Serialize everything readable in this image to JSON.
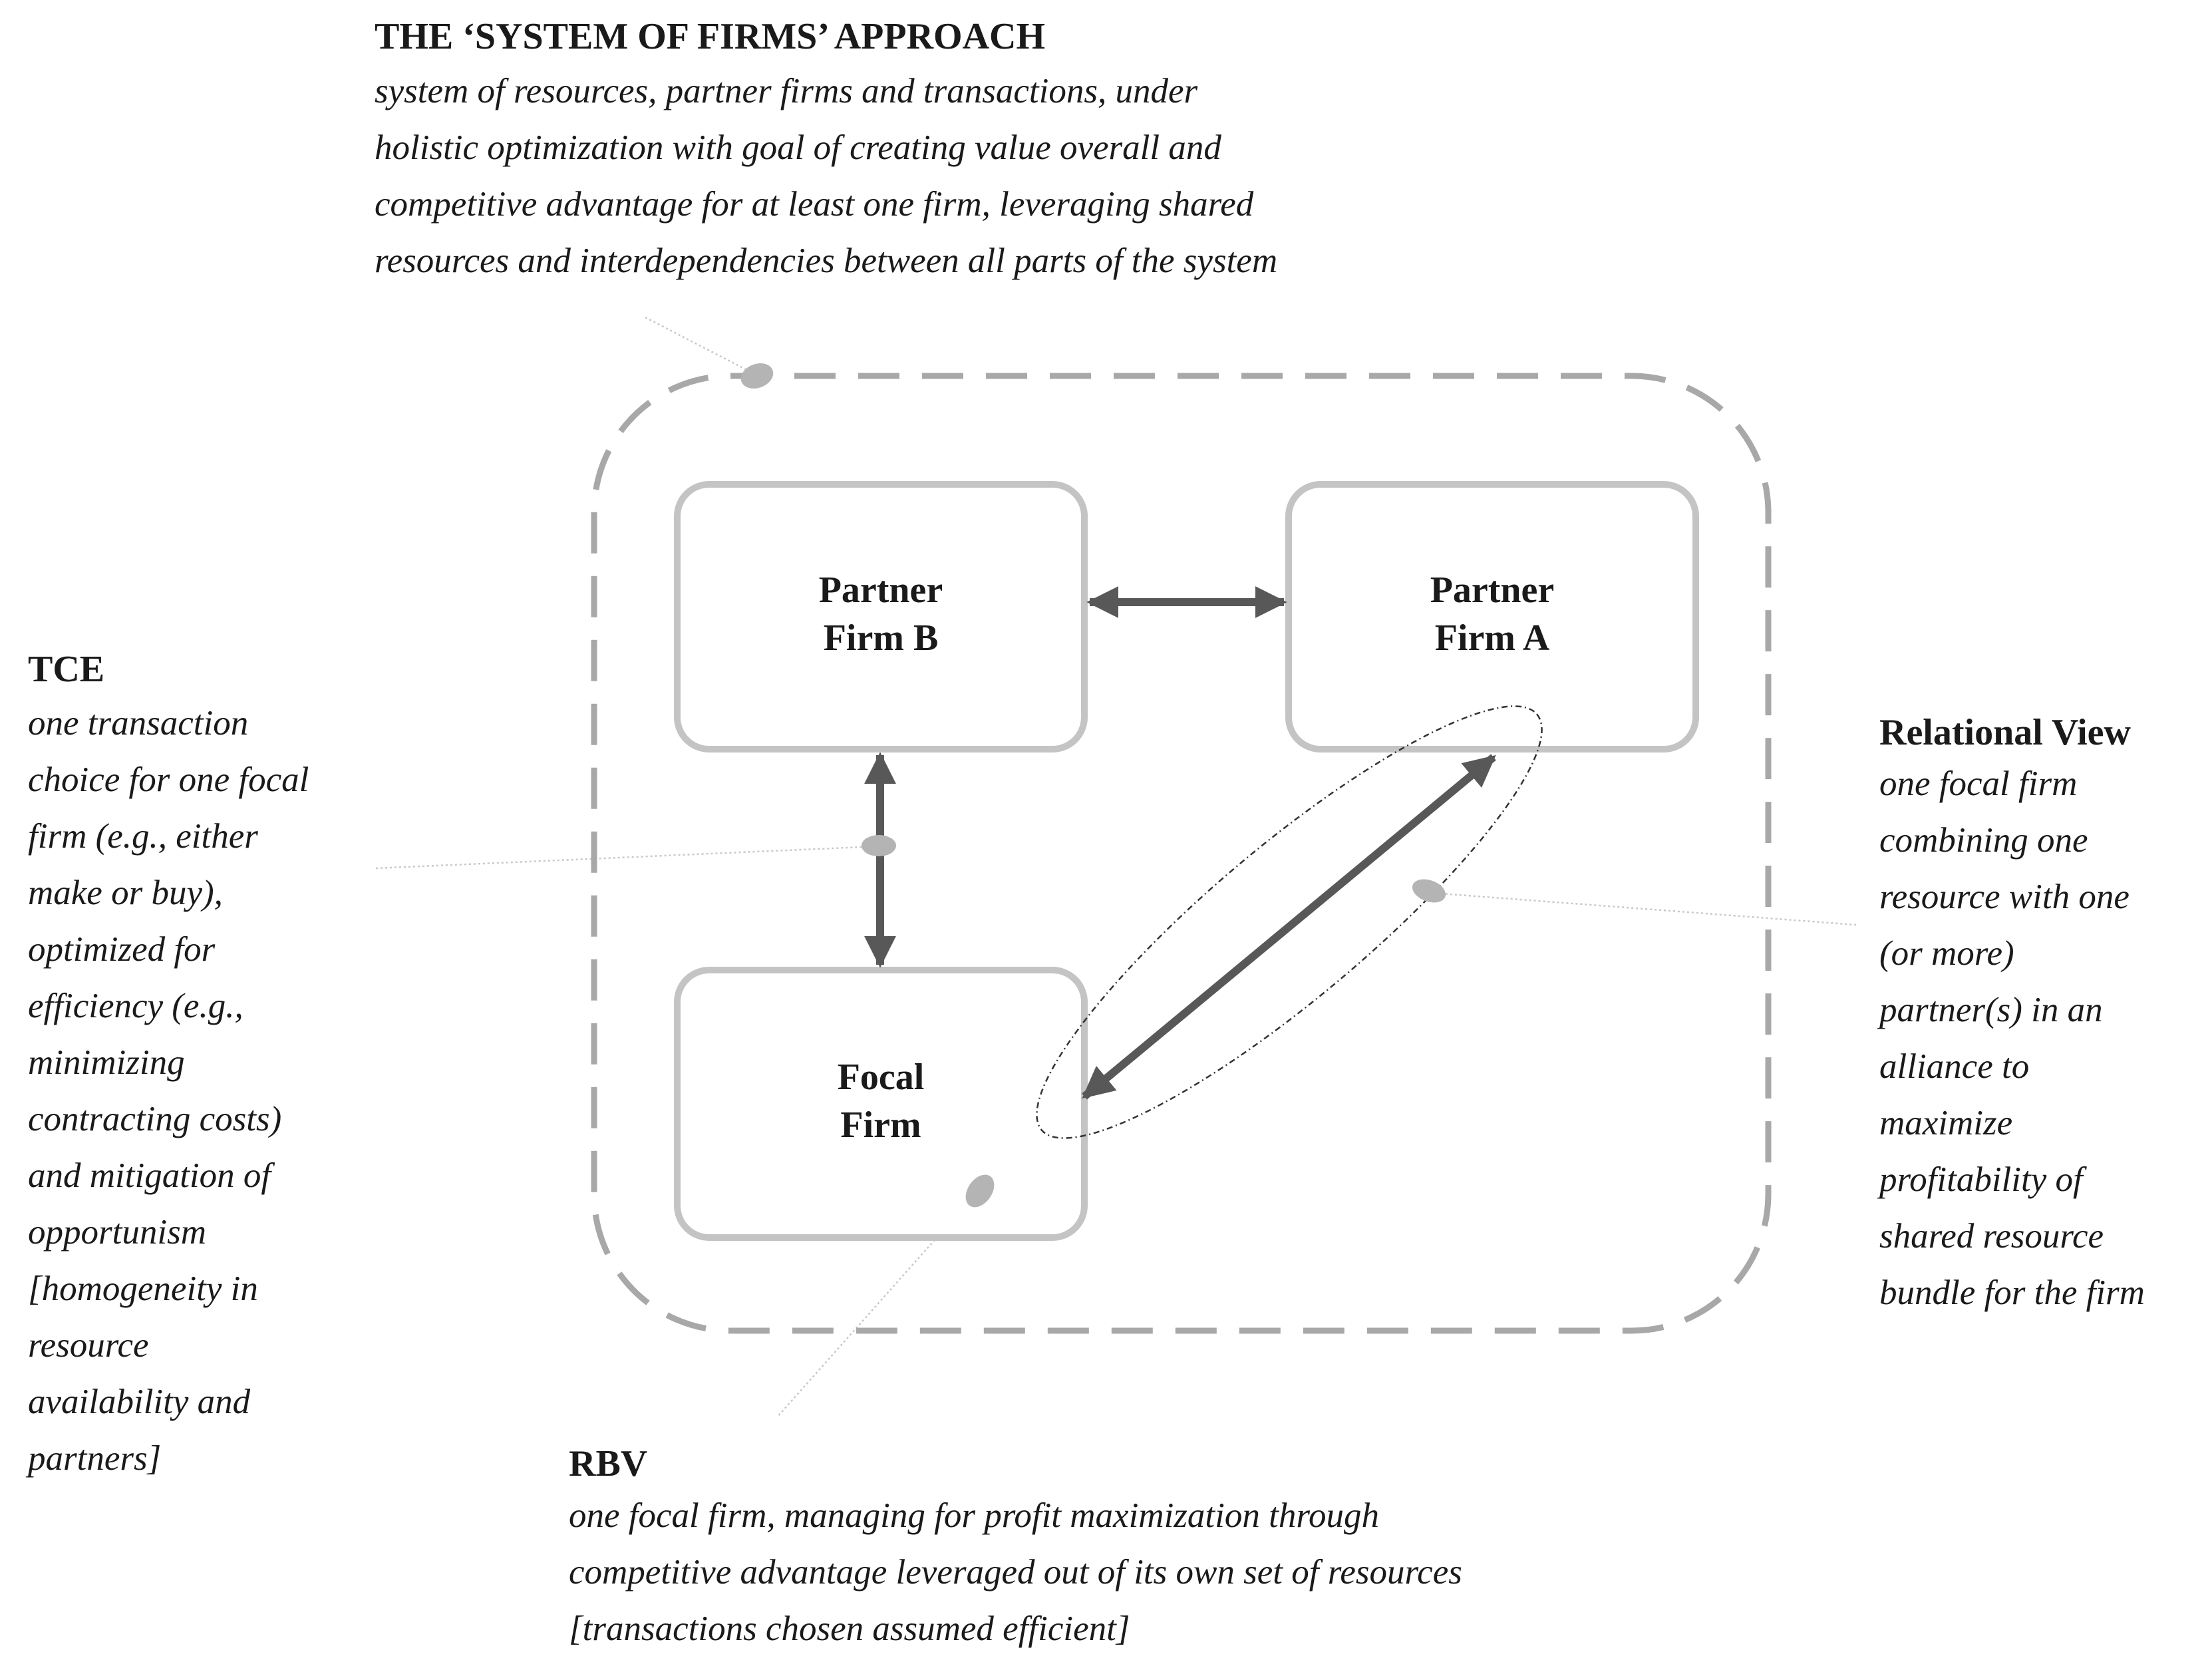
{
  "system_of_firms": {
    "title": "THE ‘SYSTEM OF FIRMS’ APPROACH",
    "lines": [
      "system of resources, partner firms and transactions, under",
      "holistic optimization with goal of creating value overall and",
      "competitive advantage for at least one firm, leveraging shared",
      "resources and interdependencies between all parts of the system"
    ]
  },
  "tce": {
    "title": "TCE",
    "lines": [
      "one transaction",
      "choice for one focal",
      "firm (e.g., either",
      "make or buy),",
      "optimized for",
      "efficiency (e.g.,",
      "minimizing",
      "contracting costs)",
      "and mitigation of",
      "opportunism",
      "[homogeneity in",
      "resource",
      "availability and",
      "partners]"
    ]
  },
  "relational_view": {
    "title": "Relational View",
    "lines": [
      "one focal firm",
      "combining one",
      "resource with one",
      "(or more)",
      "partner(s) in an",
      "alliance to",
      "maximize",
      "profitability of",
      "shared resource",
      "bundle for the firm"
    ]
  },
  "rbv": {
    "title": "RBV",
    "lines": [
      "one focal firm, managing for profit maximization through",
      "competitive advantage leveraged out of its own set of resources",
      "[transactions chosen assumed efficient]"
    ]
  },
  "firms": {
    "partner_b": [
      "Partner",
      "Firm B"
    ],
    "partner_a": [
      "Partner",
      "Firm A"
    ],
    "focal": [
      "Focal",
      "Firm"
    ]
  },
  "colors": {
    "box_border": "#c4c4c4",
    "dashed_border": "#a8a8a8",
    "arrow": "#585858",
    "leader_line": "#bdbdbd",
    "marker": "#b4b4b4"
  }
}
